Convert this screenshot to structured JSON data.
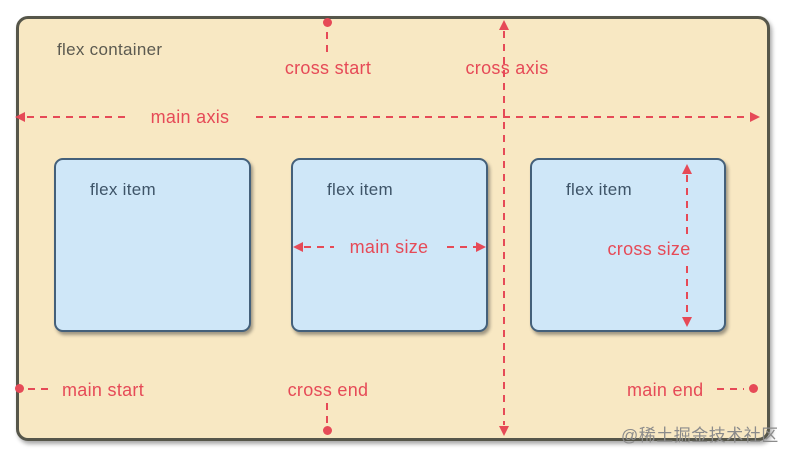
{
  "container": {
    "label": "flex container"
  },
  "items": [
    {
      "label": "flex item"
    },
    {
      "label": "flex item"
    },
    {
      "label": "flex item"
    }
  ],
  "axes": {
    "main_axis": "main axis",
    "cross_axis": "cross axis"
  },
  "markers": {
    "cross_start": "cross start",
    "cross_end": "cross end",
    "main_start": "main start",
    "main_end": "main end"
  },
  "sizes": {
    "main_size": "main size",
    "cross_size": "cross size"
  },
  "colors": {
    "accent": "#e64a57",
    "container_bg": "#f8e8c3",
    "container_border": "#56564a",
    "container_text": "#5c5a50",
    "item_bg": "#cfe7f8",
    "item_border": "#44607a",
    "item_text": "#3e5468",
    "watermark": "#8b8b8b"
  },
  "watermark": "@稀土掘金技术社区"
}
